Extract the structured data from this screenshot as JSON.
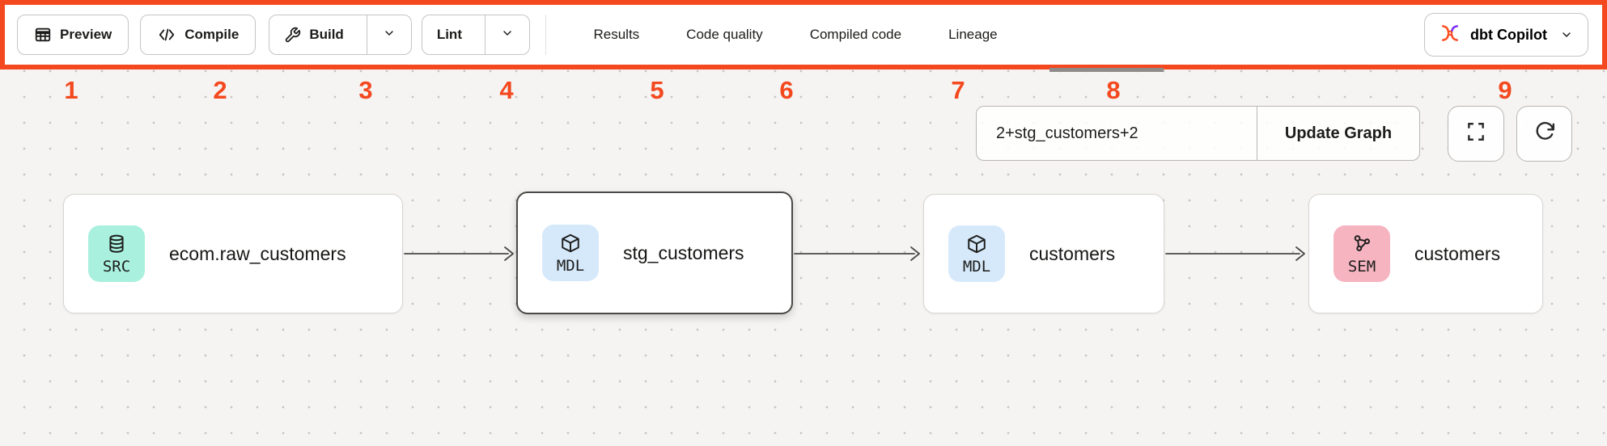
{
  "annotation": {
    "color": "#f4481f",
    "numbers": [
      "1",
      "2",
      "3",
      "4",
      "5",
      "6",
      "7",
      "8",
      "9"
    ]
  },
  "toolbar": {
    "preview_label": "Preview",
    "compile_label": "Compile",
    "build_label": "Build",
    "lint_label": "Lint",
    "tabs": [
      {
        "label": "Results",
        "active": false
      },
      {
        "label": "Code quality",
        "active": false
      },
      {
        "label": "Compiled code",
        "active": false
      },
      {
        "label": "Lineage",
        "active": true
      }
    ],
    "copilot_label": "dbt Copilot",
    "icons": {
      "preview": "table-icon",
      "compile": "code-icon",
      "build": "wrench-icon",
      "build_caret": "chevron-down-icon",
      "lint_caret": "chevron-down-icon",
      "copilot": "dbt-logo-icon",
      "copilot_caret": "chevron-down-icon"
    }
  },
  "canvas": {
    "selector": {
      "value": "2+stg_customers+2",
      "update_button": "Update Graph"
    },
    "controls": {
      "fullscreen": "fullscreen-icon",
      "refresh": "refresh-icon"
    },
    "nodes": [
      {
        "badge": "SRC",
        "label": "ecom.raw_customers",
        "type": "source",
        "badge_color": "#a9f0de",
        "icon": "database-icon",
        "selected": false
      },
      {
        "badge": "MDL",
        "label": "stg_customers",
        "type": "model",
        "badge_color": "#d6e9fb",
        "icon": "cube-icon",
        "selected": true
      },
      {
        "badge": "MDL",
        "label": "customers",
        "type": "model",
        "badge_color": "#d6e9fb",
        "icon": "cube-icon",
        "selected": false
      },
      {
        "badge": "SEM",
        "label": "customers",
        "type": "semantic",
        "badge_color": "#f6b4c1",
        "icon": "network-icon",
        "selected": false
      }
    ],
    "colors": {
      "edge": "#4b4946",
      "selected_border": "#4b4946",
      "background": "#f5f4f2"
    }
  }
}
